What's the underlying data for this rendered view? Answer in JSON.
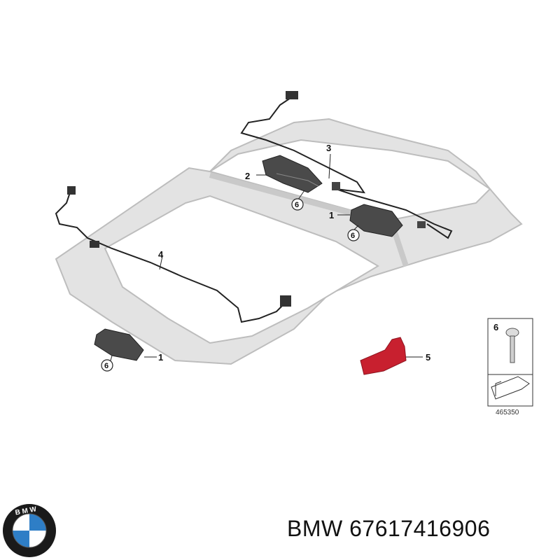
{
  "callouts": {
    "n1": "1",
    "n2": "2",
    "n3": "3",
    "n4": "4",
    "n5": "5",
    "n6": "6",
    "c6": "6"
  },
  "legend": {
    "number": "6",
    "reference": "465350"
  },
  "caption": {
    "brand": "BMW",
    "part_number": "67617416906"
  },
  "logo": {
    "text": "BMW",
    "name": "bmw-logo-icon"
  },
  "colors": {
    "frame": "#d9d9d9",
    "motor": "#4a4a4a",
    "sensor": "#c8202f",
    "cable": "#222222"
  }
}
